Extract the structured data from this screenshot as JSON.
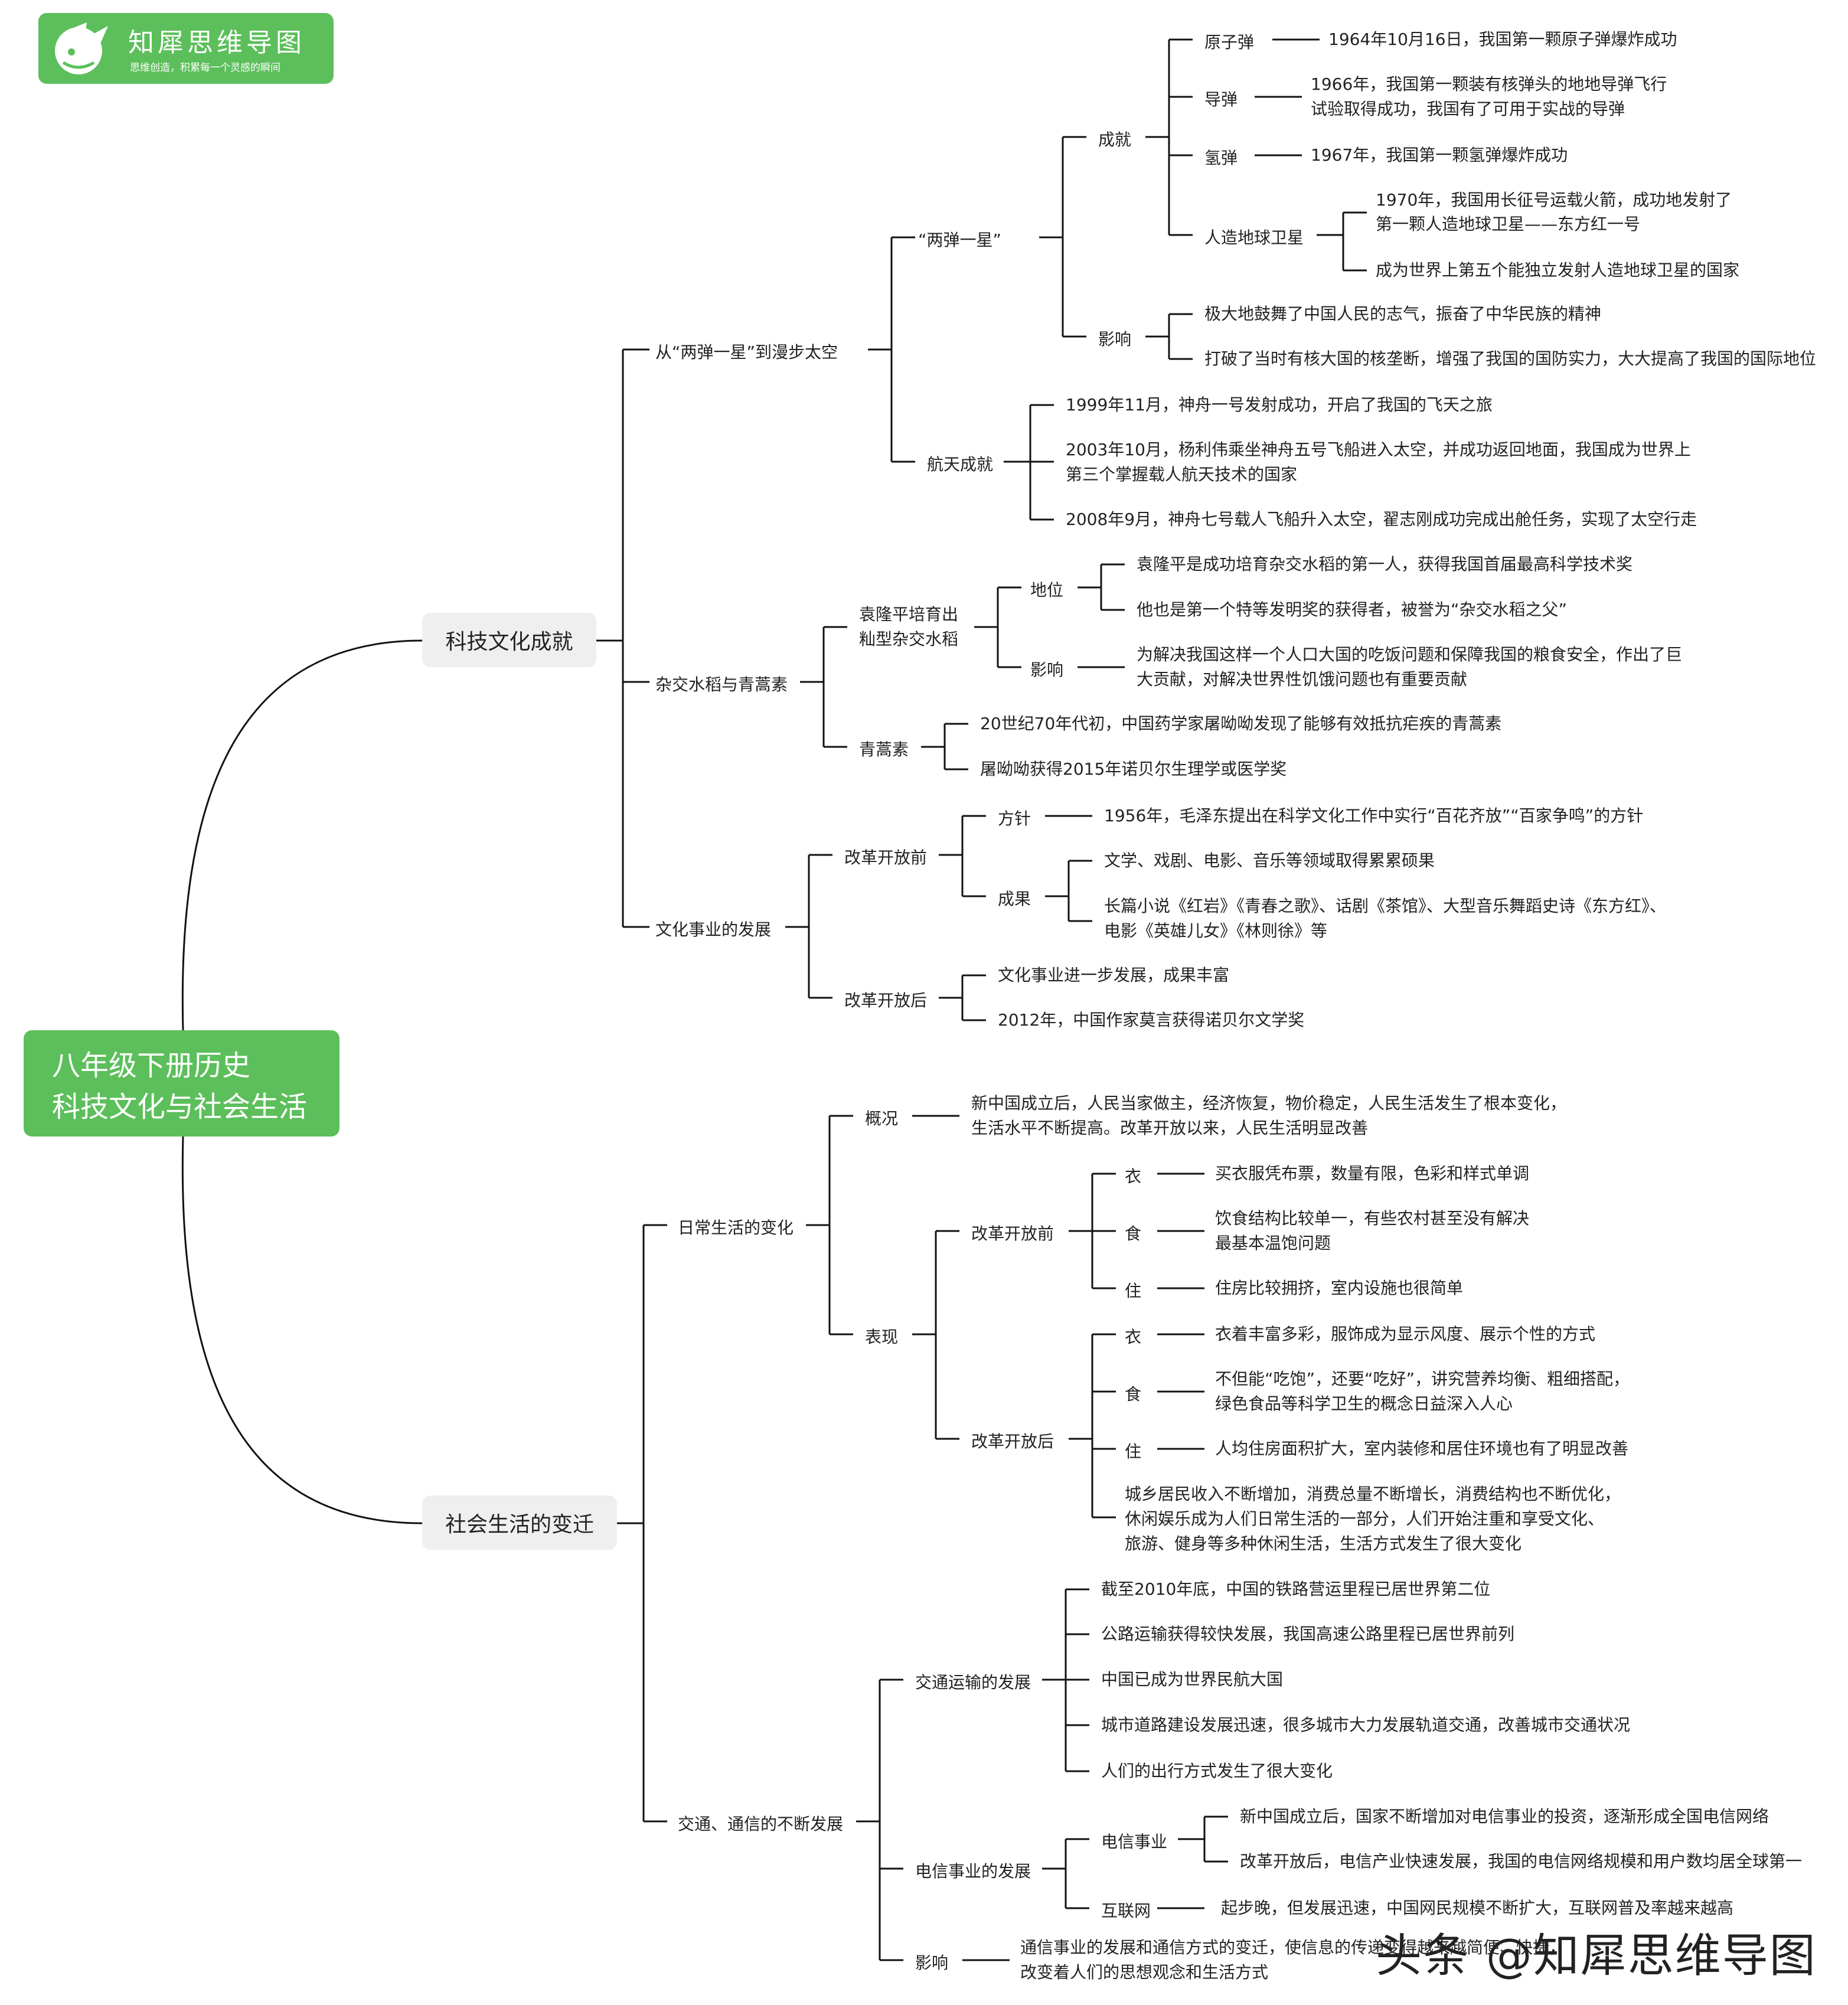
{
  "logo": {
    "name": "知犀思维导图",
    "slogan": "思维创造，积累每一个灵感的瞬间"
  },
  "root": {
    "line1": "八年级下册历史",
    "line2": "科技文化与社会生活"
  },
  "branches": {
    "tech": "科技文化成就",
    "social": "社会生活的变迁"
  },
  "nodes": {
    "n_space": "从“两弹一星”到漫步太空",
    "n_lds": "“两弹一星”",
    "n_cj": "成就",
    "n_yzd": "原子弹",
    "t_yzd": "1964年10月16日，我国第一颗原子弹爆炸成功",
    "n_dd": "导弹",
    "t_dd1": "1966年，我国第一颗装有核弹头的地地导弹飞行",
    "t_dd2": "试验取得成功，我国有了可用于实战的导弹",
    "n_qd": "氢弹",
    "t_qd": "1967年，我国第一颗氢弹爆炸成功",
    "n_wx": "人造地球卫星",
    "t_wx1a": "1970年，我国用长征号运载火箭，成功地发射了",
    "t_wx1b": "第一颗人造地球卫星——东方红一号",
    "t_wx2": "成为世界上第五个能独立发射人造地球卫星的国家",
    "n_yx1": "影响",
    "t_yx1a": "极大地鼓舞了中国人民的志气，振奋了中华民族的精神",
    "t_yx1b": "打破了当时有核大国的核垄断，增强了我国的国防实力，大大提高了我国的国际地位",
    "n_ht": "航天成就",
    "t_ht1": "1999年11月，神舟一号发射成功，开启了我国的飞天之旅",
    "t_ht2a": "2003年10月，杨利伟乘坐神舟五号飞船进入太空，并成功返回地面，我国成为世界上",
    "t_ht2b": "第三个掌握载人航天技术的国家",
    "t_ht3": "2008年9月，神舟七号载人飞船升入太空，翟志刚成功完成出舱任务，实现了太空行走",
    "n_zj": "杂交水稻与青蒿素",
    "n_ylp1": "袁隆平培育出",
    "n_ylp2": "籼型杂交水稻",
    "n_dw": "地位",
    "t_dw1": "袁隆平是成功培育杂交水稻的第一人，获得我国首届最高科学技术奖",
    "t_dw2": "他也是第一个特等发明奖的获得者，被誉为“杂交水稻之父”",
    "n_yx2": "影响",
    "t_yx2a": "为解决我国这样一个人口大国的吃饭问题和保障我国的粮食安全，作出了巨",
    "t_yx2b": "大贡献，对解决世界性饥饿问题也有重要贡献",
    "n_qhs": "青蒿素",
    "t_qhs1": "20世纪70年代初，中国药学家屠呦呦发现了能够有效抵抗疟疾的青蒿素",
    "t_qhs2": "屠呦呦获得2015年诺贝尔生理学或医学奖",
    "n_wh": "文化事业的发展",
    "n_gkq1": "改革开放前",
    "n_fz": "方针",
    "t_fz": "1956年，毛泽东提出在科学文化工作中实行“百花齐放”“百家争鸣”的方针",
    "n_cg": "成果",
    "t_cg1": "文学、戏剧、电影、音乐等领域取得累累硕果",
    "t_cg2a": "长篇小说《红岩》《青春之歌》、话剧《茶馆》、大型音乐舞蹈史诗《东方红》、",
    "t_cg2b": "电影《英雄儿女》《林则徐》等",
    "n_gkh1": "改革开放后",
    "t_gkh1a": "文化事业进一步发展，成果丰富",
    "t_gkh1b": "2012年，中国作家莫言获得诺贝尔文学奖",
    "n_rc": "日常生活的变化",
    "n_gk": "概况",
    "t_gk1": "新中国成立后，人民当家做主，经济恢复，物价稳定，人民生活发生了根本变化，",
    "t_gk2": "生活水平不断提高。改革开放以来，人民生活明显改善",
    "n_bx": "表现",
    "n_gkq2": "改革开放前",
    "n_y1": "衣",
    "t_y1": "买衣服凭布票，数量有限，色彩和样式单调",
    "n_s1": "食",
    "t_s1a": "饮食结构比较单一，有些农村甚至没有解决",
    "t_s1b": "最基本温饱问题",
    "n_z1": "住",
    "t_z1": "住房比较拥挤，室内设施也很简单",
    "n_gkh2": "改革开放后",
    "n_y2": "衣",
    "t_y2": "衣着丰富多彩，服饰成为显示风度、展示个性的方式",
    "n_s2": "食",
    "t_s2a": "不但能“吃饱”，还要“吃好”，讲究营养均衡、粗细搭配，",
    "t_s2b": "绿色食品等科学卫生的概念日益深入人心",
    "n_z2": "住",
    "t_z2": "人均住房面积扩大，室内装修和居住环境也有了明显改善",
    "t_xx1": "城乡居民收入不断增加，消费总量不断增长，消费结构也不断优化，",
    "t_xx2": "休闲娱乐成为人们日常生活的一部分，人们开始注重和享受文化、",
    "t_xx3": "旅游、健身等多种休闲生活，生活方式发生了很大变化",
    "n_jt": "交通、通信的不断发展",
    "n_jtys": "交通运输的发展",
    "t_jt1": "截至2010年底，中国的铁路营运里程已居世界第二位",
    "t_jt2": "公路运输获得较快发展，我国高速公路里程已居世界前列",
    "t_jt3": "中国已成为世界民航大国",
    "t_jt4": "城市道路建设发展迅速，很多城市大力发展轨道交通，改善城市交通状况",
    "t_jt5": "人们的出行方式发生了很大变化",
    "n_dxfz": "电信事业的发展",
    "n_dxsy": "电信事业",
    "t_dx1": "新中国成立后，国家不断增加对电信事业的投资，逐渐形成全国电信网络",
    "t_dx2": "改革开放后，电信产业快速发展，我国的电信网络规模和用户数均居全球第一",
    "n_hlw": "互联网",
    "t_hlw": "起步晚，但发展迅速，中国网民规模不断扩大，互联网普及率越来越高",
    "n_yx3": "影响",
    "t_yx3a": "通信事业的发展和通信方式的变迁，使信息的传递变得越来越简便、快捷，",
    "t_yx3b": "改变着人们的思想观念和生活方式"
  },
  "watermark": "头条 @知犀思维导图",
  "colors": {
    "brand": "#5cbf5b",
    "branch_bg": "#efefef",
    "line": "#111111"
  }
}
